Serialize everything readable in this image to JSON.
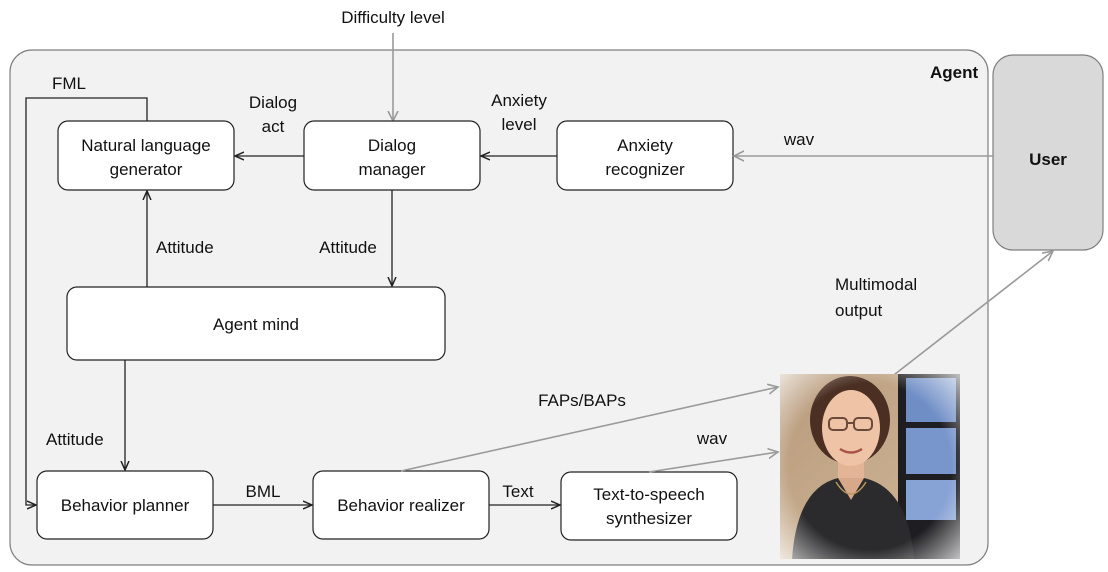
{
  "external": {
    "difficulty_level": "Difficulty level",
    "user": "User"
  },
  "agent": {
    "title": "Agent",
    "boxes": {
      "nlg": [
        "Natural language",
        "generator"
      ],
      "dialog_manager": [
        "Dialog",
        "manager"
      ],
      "anxiety_recognizer": [
        "Anxiety",
        "recognizer"
      ],
      "agent_mind": "Agent mind",
      "behavior_planner": "Behavior planner",
      "behavior_realizer": "Behavior realizer",
      "tts": [
        "Text-to-speech",
        "synthesizer"
      ]
    },
    "edge_labels": {
      "fml": "FML",
      "dialog_act": [
        "Dialog",
        "act"
      ],
      "anxiety_level": [
        "Anxiety",
        "level"
      ],
      "wav_in": "wav",
      "attitude_mind_to_nlg": "Attitude",
      "attitude_dm_to_mind": "Attitude",
      "attitude_mind_to_bp": "Attitude",
      "bml": "BML",
      "text": "Text",
      "faps_baps": "FAPs/BAPs",
      "wav_out": "wav",
      "multimodal_output": [
        "Multimodal",
        "output"
      ]
    }
  },
  "colors": {
    "agent_panel_fill": "#f2f2f2",
    "agent_panel_stroke": "#7f7f7f",
    "user_fill": "#d9d9d9",
    "box_fill": "#ffffff",
    "arrow_dark": "#222222",
    "arrow_gray": "#9a9a9a"
  }
}
